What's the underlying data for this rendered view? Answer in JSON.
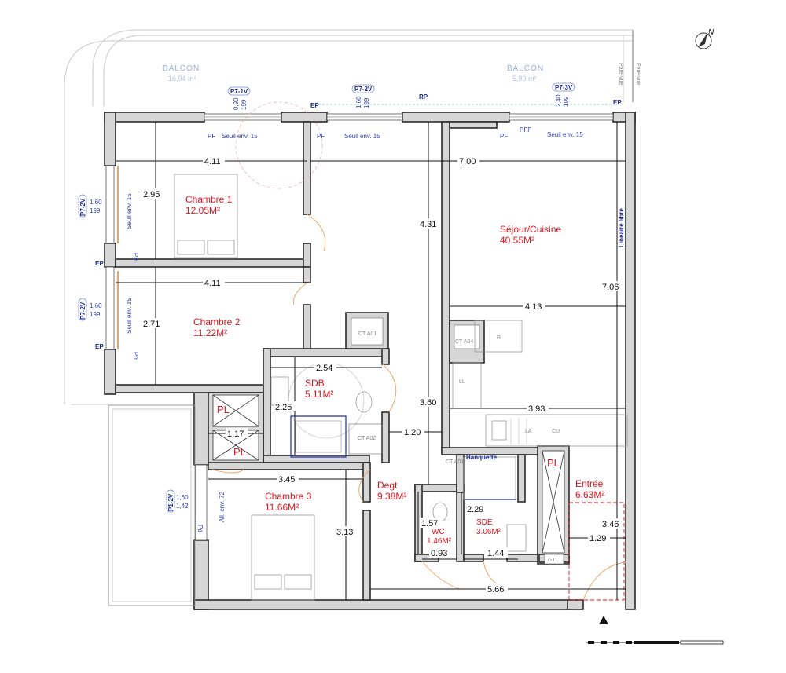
{
  "balcony": {
    "left": {
      "label": "BALCON",
      "area": "16,94 m²"
    },
    "right": {
      "label": "BALCON",
      "area": "5,90 m²"
    }
  },
  "rooms": [
    {
      "id": "chambre1",
      "name": "Chambre 1",
      "area": "12.05M²"
    },
    {
      "id": "chambre2",
      "name": "Chambre 2",
      "area": "11.22M²"
    },
    {
      "id": "sdb",
      "name": "SDB",
      "area": "5.11M²"
    },
    {
      "id": "chambre3",
      "name": "Chambre 3",
      "area": "11.66M²"
    },
    {
      "id": "degt",
      "name": "Degt",
      "area": "9.38M²"
    },
    {
      "id": "wc",
      "name": "WC",
      "area": "1.46M²"
    },
    {
      "id": "sde",
      "name": "SDE",
      "area": "3.06M²"
    },
    {
      "id": "sejour",
      "name": "Séjour/Cuisine",
      "area": "40.55M²"
    },
    {
      "id": "entree",
      "name": "Entrée",
      "area": "6.63M²"
    }
  ],
  "placards": [
    "PL",
    "PL",
    "PL"
  ],
  "dimensions": {
    "d1": "4.11",
    "d2": "7.00",
    "d3": "2.95",
    "d4": "4.11",
    "d5": "2.71",
    "d6": "4.31",
    "d7": "7.06",
    "d8": "4.13",
    "d9": "2.54",
    "d10": "2.25",
    "d11": "3.60",
    "d12": "3.93",
    "d13": "1.17",
    "d14": "1.20",
    "d15": "3.45",
    "d16": "3.13",
    "d17": "1.57",
    "d18": "2.29",
    "d19": "0.93",
    "d20": "1.44",
    "d21": "3.46",
    "d22": "1.29",
    "d23": "5.66"
  },
  "window_tags": {
    "p71v": {
      "code": "P7-1V",
      "h": "0,90",
      "w": "199"
    },
    "p72v_top": {
      "code": "P7-2V",
      "h": "1,60",
      "w": "199"
    },
    "p73v": {
      "code": "P7-3V",
      "h": "2,40",
      "w": "199"
    },
    "p72v_side1": {
      "code": "P7-2V",
      "h": "1,60",
      "w": "199"
    },
    "p72v_side2": {
      "code": "P7-2V",
      "h": "1,60",
      "w": "199"
    },
    "p12v": {
      "code": "P1-2V",
      "h": "1,60",
      "w": "1,42"
    }
  },
  "annotations": {
    "ep": "EP",
    "rp": "RP",
    "pf": "PF",
    "pff": "PFF",
    "seuil": "Seuil env. 15",
    "seuil_v": "Seuil env. 15",
    "all": "All. env. 72",
    "lineaire": "Linéaire libre",
    "ctao1": "CT A01",
    "ctao2": "CT A02",
    "ctao4": "CT A04",
    "r": "R",
    "ll": "LL",
    "la": "LA",
    "cu": "CU",
    "banquette": "Banquette",
    "gtl": "GTL",
    "pd": "Pd",
    "brise": "Pare-vue",
    "north": "N"
  },
  "colors": {
    "room_label": "#e0141e",
    "dimension": "#111111",
    "window_tag": "#3340b0",
    "wall_fill": "#d6d6d6",
    "door_arc": "#f0a060",
    "fixture": "#9a9a9a"
  }
}
